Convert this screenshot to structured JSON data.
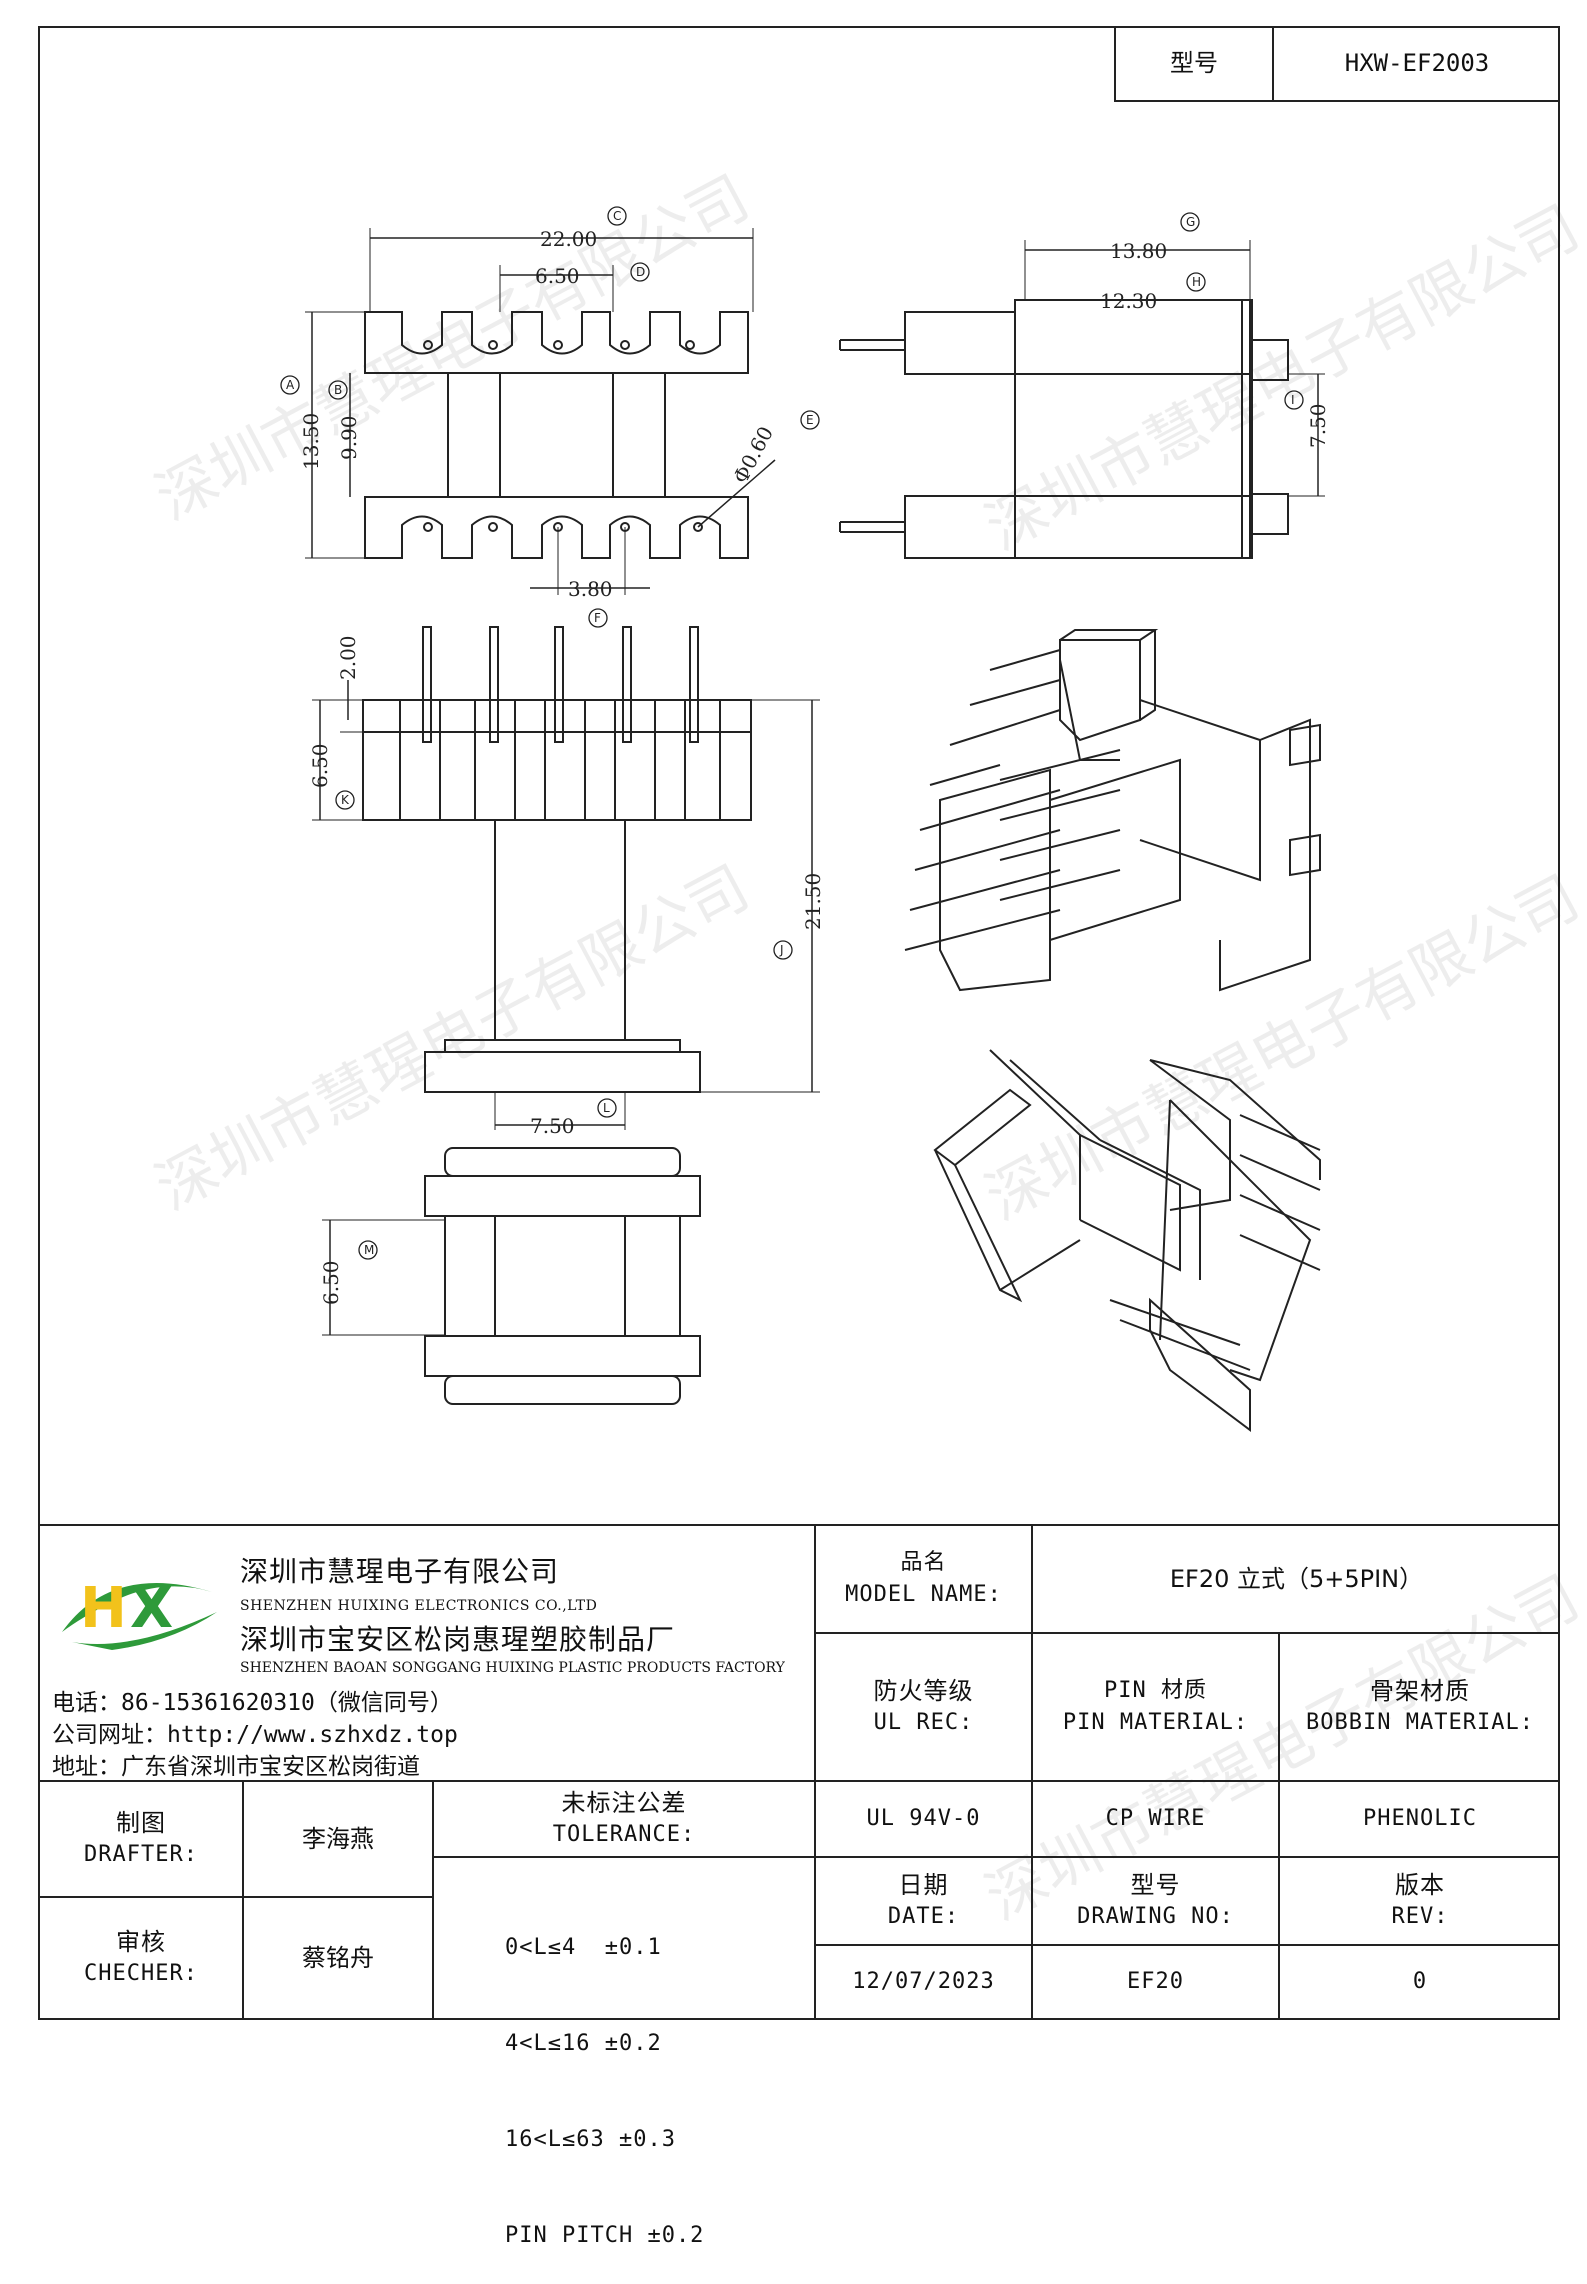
{
  "header": {
    "label": "型号",
    "value": "HXW-EF2003"
  },
  "drawing": {
    "top_view": {
      "width": "22.00",
      "width_tag": "C",
      "slot": "6.50",
      "slot_tag": "D",
      "height_a": "13.50",
      "height_a_tag": "A",
      "height_b": "9.90",
      "height_b_tag": "B",
      "pin_dia": "Φ0.60",
      "pin_dia_tag": "E",
      "pitch": "3.80",
      "pitch_tag": "F"
    },
    "side_view": {
      "len_g": "13.80",
      "len_g_tag": "G",
      "len_h": "12.30",
      "len_h_tag": "H",
      "gap": "7.50",
      "gap_tag": "I"
    },
    "front_view": {
      "pin_len": "2.00",
      "flange": "6.50",
      "flange_tag": "K",
      "height": "21.50",
      "height_tag": "J",
      "core": "7.50",
      "core_tag": "L"
    },
    "bottom_view": {
      "dim": "6.50",
      "dim_tag": "M"
    }
  },
  "company": {
    "name_cn": "深圳市慧瑆电子有限公司",
    "name_en": "SHENZHEN HUIXING ELECTRONICS CO.,LTD",
    "factory_cn": "深圳市宝安区松岗惠瑆塑胶制品厂",
    "factory_en": "SHENZHEN BAOAN SONGGANG HUIXING PLASTIC PRODUCTS FACTORY",
    "phone": "电话：86-15361620310（微信同号）",
    "website": "公司网址：http://www.szhxdz.top",
    "address": "地址：广东省深圳市宝安区松岗街道",
    "watermark": "深圳市慧瑆电子有限公司"
  },
  "title_block": {
    "model_name_cn": "品名",
    "model_name_en": "MODEL NAME:",
    "model_name_value": "EF20 立式（5+5PIN）",
    "ul_cn": "防火等级",
    "ul_en": "UL REC:",
    "pin_cn": "PIN 材质",
    "pin_en": "PIN MATERIAL:",
    "bobbin_cn": "骨架材质",
    "bobbin_en": "BOBBIN MATERIAL:",
    "ul_value": "UL 94V-0",
    "pin_value": "CP WIRE",
    "bobbin_value": "PHENOLIC",
    "drafter_cn": "制图",
    "drafter_en": "DRAFTER:",
    "drafter_name": "李海燕",
    "checker_cn": "审核",
    "checker_en": "CHECHER:",
    "checker_name": "蔡铭舟",
    "tolerance_cn": "未标注公差",
    "tolerance_en": "TOLERANCE:",
    "tolerances": [
      "0<L≤4  ±0.1",
      "4<L≤16 ±0.2",
      "16<L≤63 ±0.3",
      "PIN PITCH ±0.2"
    ],
    "date_cn": "日期",
    "date_en": "DATE:",
    "date_value": "12/07/2023",
    "drawing_cn": "型号",
    "drawing_en": "DRAWING NO:",
    "drawing_value": "EF20",
    "rev_cn": "版本",
    "rev_en": "REV:",
    "rev_value": "0"
  },
  "colors": {
    "logo_green": "#2e9a3a",
    "logo_yellow": "#f2c21b",
    "line": "#222222"
  }
}
